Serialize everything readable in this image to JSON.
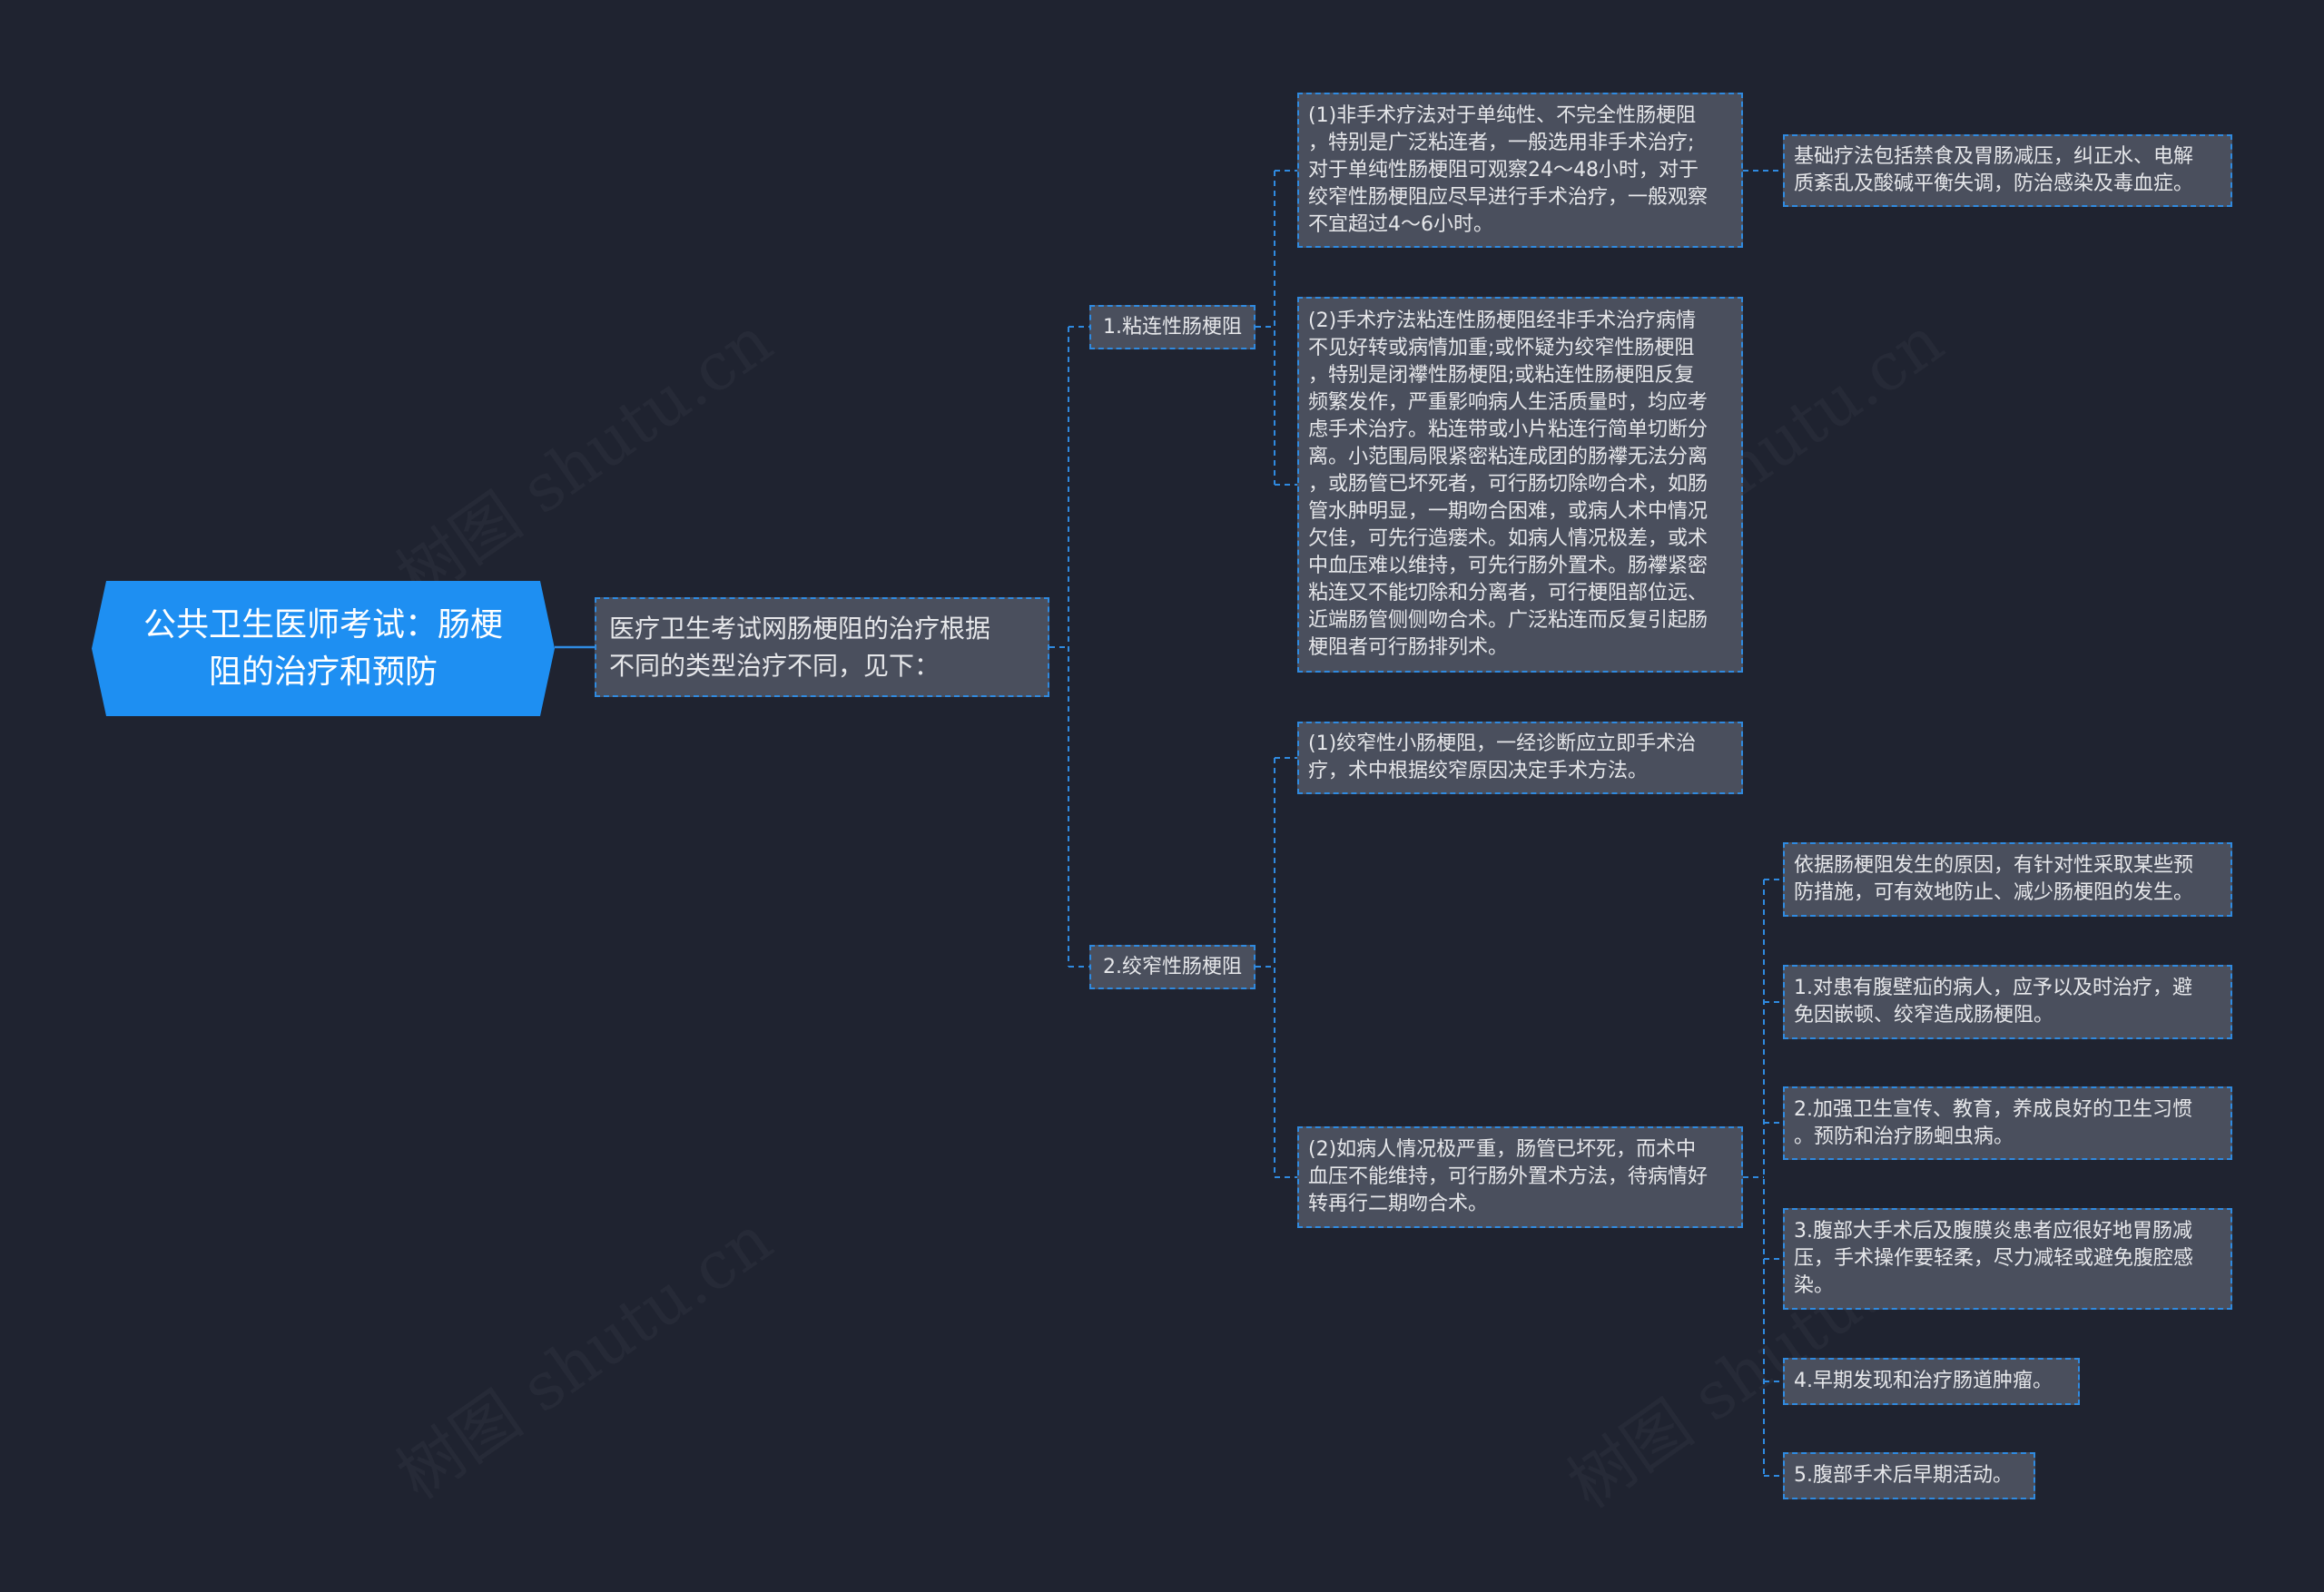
{
  "colors": {
    "background": "#1f2330",
    "root_fill": "#1e8ff2",
    "node_fill": "#4a4f5d",
    "connector": "#2f8ae0",
    "text": "#e6e7ea"
  },
  "watermark": "树图 shutu.cn",
  "root": {
    "text": "公共卫生医师考试：肠梗\n阻的治疗和预防"
  },
  "intro": {
    "text": "医疗卫生考试网肠梗阻的治疗根据\n不同的类型治疗不同，见下："
  },
  "branches": [
    {
      "label": "1.粘连性肠梗阻",
      "items": [
        {
          "text": "(1)非手术疗法对于单纯性、不完全性肠梗阻\n，特别是广泛粘连者，一般选用非手术治疗;\n对于单纯性肠梗阻可观察24～48小时，对于\n绞窄性肠梗阻应尽早进行手术治疗，一般观察\n不宜超过4～6小时。",
          "children": [
            {
              "text": "基础疗法包括禁食及胃肠减压，纠正水、电解\n质紊乱及酸碱平衡失调，防治感染及毒血症。"
            }
          ]
        },
        {
          "text": "(2)手术疗法粘连性肠梗阻经非手术治疗病情\n不见好转或病情加重;或怀疑为绞窄性肠梗阻\n，特别是闭襻性肠梗阻;或粘连性肠梗阻反复\n频繁发作，严重影响病人生活质量时，均应考\n虑手术治疗。粘连带或小片粘连行简单切断分\n离。小范围局限紧密粘连成团的肠襻无法分离\n，或肠管已坏死者，可行肠切除吻合术，如肠\n管水肿明显，一期吻合困难，或病人术中情况\n欠佳，可先行造瘘术。如病人情况极差，或术\n中血压难以维持，可先行肠外置术。肠襻紧密\n粘连又不能切除和分离者，可行梗阻部位远、\n近端肠管侧侧吻合术。广泛粘连而反复引起肠\n梗阻者可行肠排列术。"
        }
      ]
    },
    {
      "label": "2.绞窄性肠梗阻",
      "items": [
        {
          "text": "(1)绞窄性小肠梗阻，一经诊断应立即手术治\n疗，术中根据绞窄原因决定手术方法。"
        },
        {
          "text": "(2)如病人情况极严重，肠管已坏死，而术中\n血压不能维持，可行肠外置术方法，待病情好\n转再行二期吻合术。",
          "children": [
            {
              "text": "依据肠梗阻发生的原因，有针对性采取某些预\n防措施，可有效地防止、减少肠梗阻的发生。"
            },
            {
              "text": "1.对患有腹壁疝的病人，应予以及时治疗，避\n免因嵌顿、绞窄造成肠梗阻。"
            },
            {
              "text": "2.加强卫生宣传、教育，养成良好的卫生习惯\n。预防和治疗肠蛔虫病。"
            },
            {
              "text": "3.腹部大手术后及腹膜炎患者应很好地胃肠减\n压，手术操作要轻柔，尽力减轻或避免腹腔感\n染。"
            },
            {
              "text": "4.早期发现和治疗肠道肿瘤。"
            },
            {
              "text": "5.腹部手术后早期活动。"
            }
          ]
        }
      ]
    }
  ]
}
